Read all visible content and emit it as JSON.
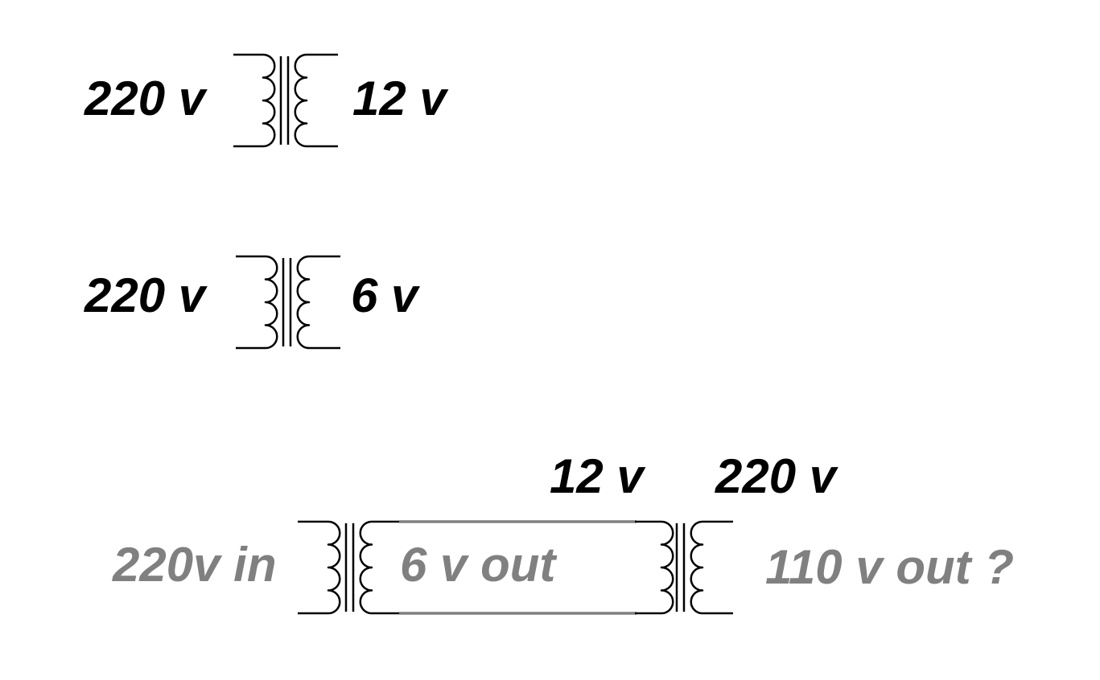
{
  "colors": {
    "primary": "#000000",
    "secondary": "#808080"
  },
  "transformer_1": {
    "input_label": "220 v",
    "output_label": "12 v"
  },
  "transformer_2": {
    "input_label": "220 v",
    "output_label": "6 v"
  },
  "chain": {
    "input_label": "220v in",
    "middle_label": "6 v out",
    "output_label": "110 v out ?",
    "transformer_b_primary_label": "12 v",
    "transformer_b_secondary_label": "220 v"
  }
}
